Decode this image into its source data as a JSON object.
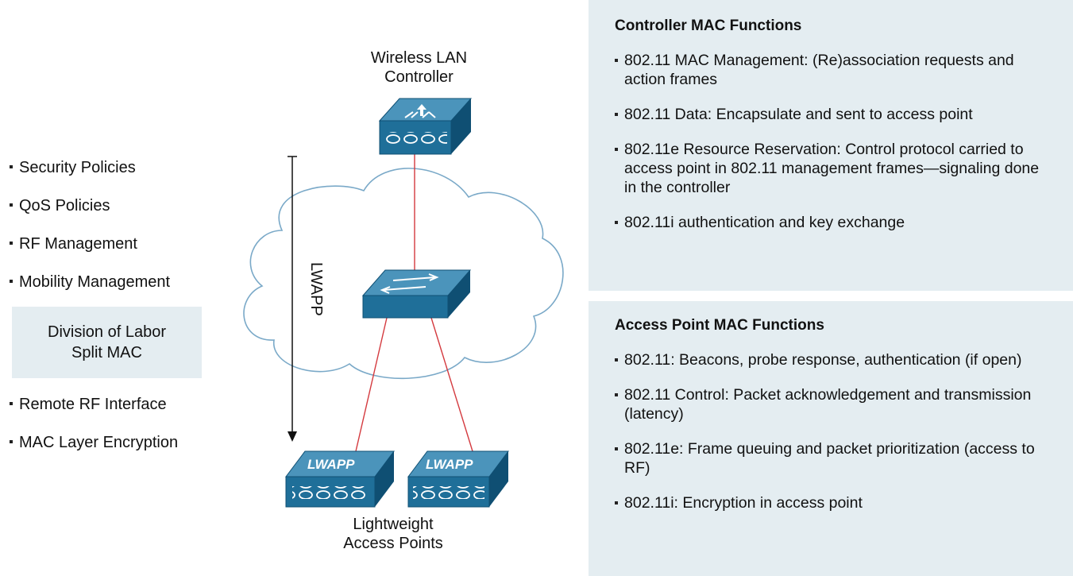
{
  "left_functions": {
    "top_items": [
      "Security Policies",
      "QoS Policies",
      "RF Management",
      "Mobility Management"
    ],
    "division_box": {
      "line1": "Division of Labor",
      "line2": "Split MAC"
    },
    "bottom_items": [
      "Remote RF Interface",
      "MAC Layer Encryption"
    ]
  },
  "diagram": {
    "controller_label": {
      "line1": "Wireless LAN",
      "line2": "Controller"
    },
    "tunnel_label": "LWAPP",
    "ap_badge": "LWAPP",
    "access_points_label": {
      "line1": "Lightweight",
      "line2": "Access Points"
    }
  },
  "controller_panel": {
    "title": "Controller MAC Functions",
    "items": [
      "802.11 MAC Management: (Re)association requests and action frames",
      "802.11 Data: Encapsulate and sent to access point",
      "802.11e Resource Reservation: Control protocol carried to access point in 802.11 management frames—signaling done in the controller",
      "802.11i authentication and key exchange"
    ]
  },
  "access_point_panel": {
    "title": "Access Point MAC Functions",
    "items": [
      "802.11: Beacons, probe response, authentication (if open)",
      "802.11 Control: Packet acknowledgement and transmission (latency)",
      "802.11e: Frame queuing and packet prioritization (access to RF)",
      "802.11i: Encryption in access point"
    ]
  },
  "colors": {
    "panel_bg": "#e4edf1",
    "device_front": "#1f6f99",
    "device_top": "#4b94bb",
    "device_side": "#0f4f73",
    "link": "#d43a3f"
  }
}
